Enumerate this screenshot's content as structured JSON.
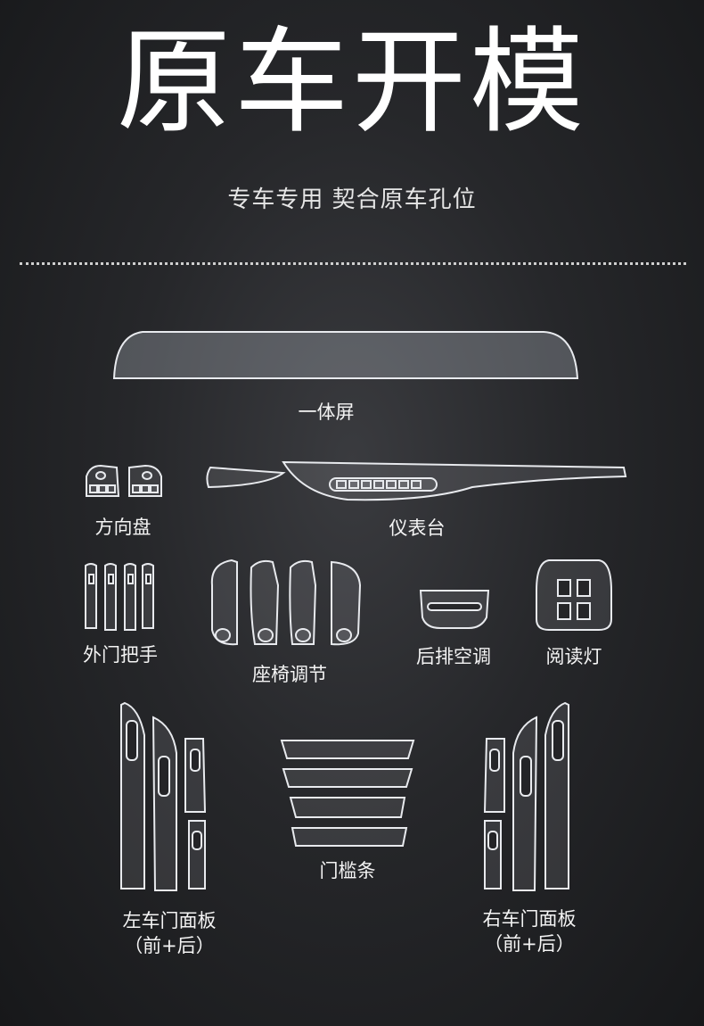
{
  "header": {
    "title": "原车开模",
    "subtitle": "专车专用 契合原车孔位"
  },
  "parts": {
    "screen": "一体屏",
    "steering_wheel": "方向盘",
    "dashboard": "仪表台",
    "outer_handle": "外门把手",
    "seat_adjust": "座椅调节",
    "rear_ac": "后排空调",
    "reading_light": "阅读灯",
    "sill_strip": "门槛条",
    "left_door_panel": "左车门面板",
    "left_door_note": "（前+后）",
    "right_door_panel": "右车门面板",
    "right_door_note": "（前+后）"
  }
}
